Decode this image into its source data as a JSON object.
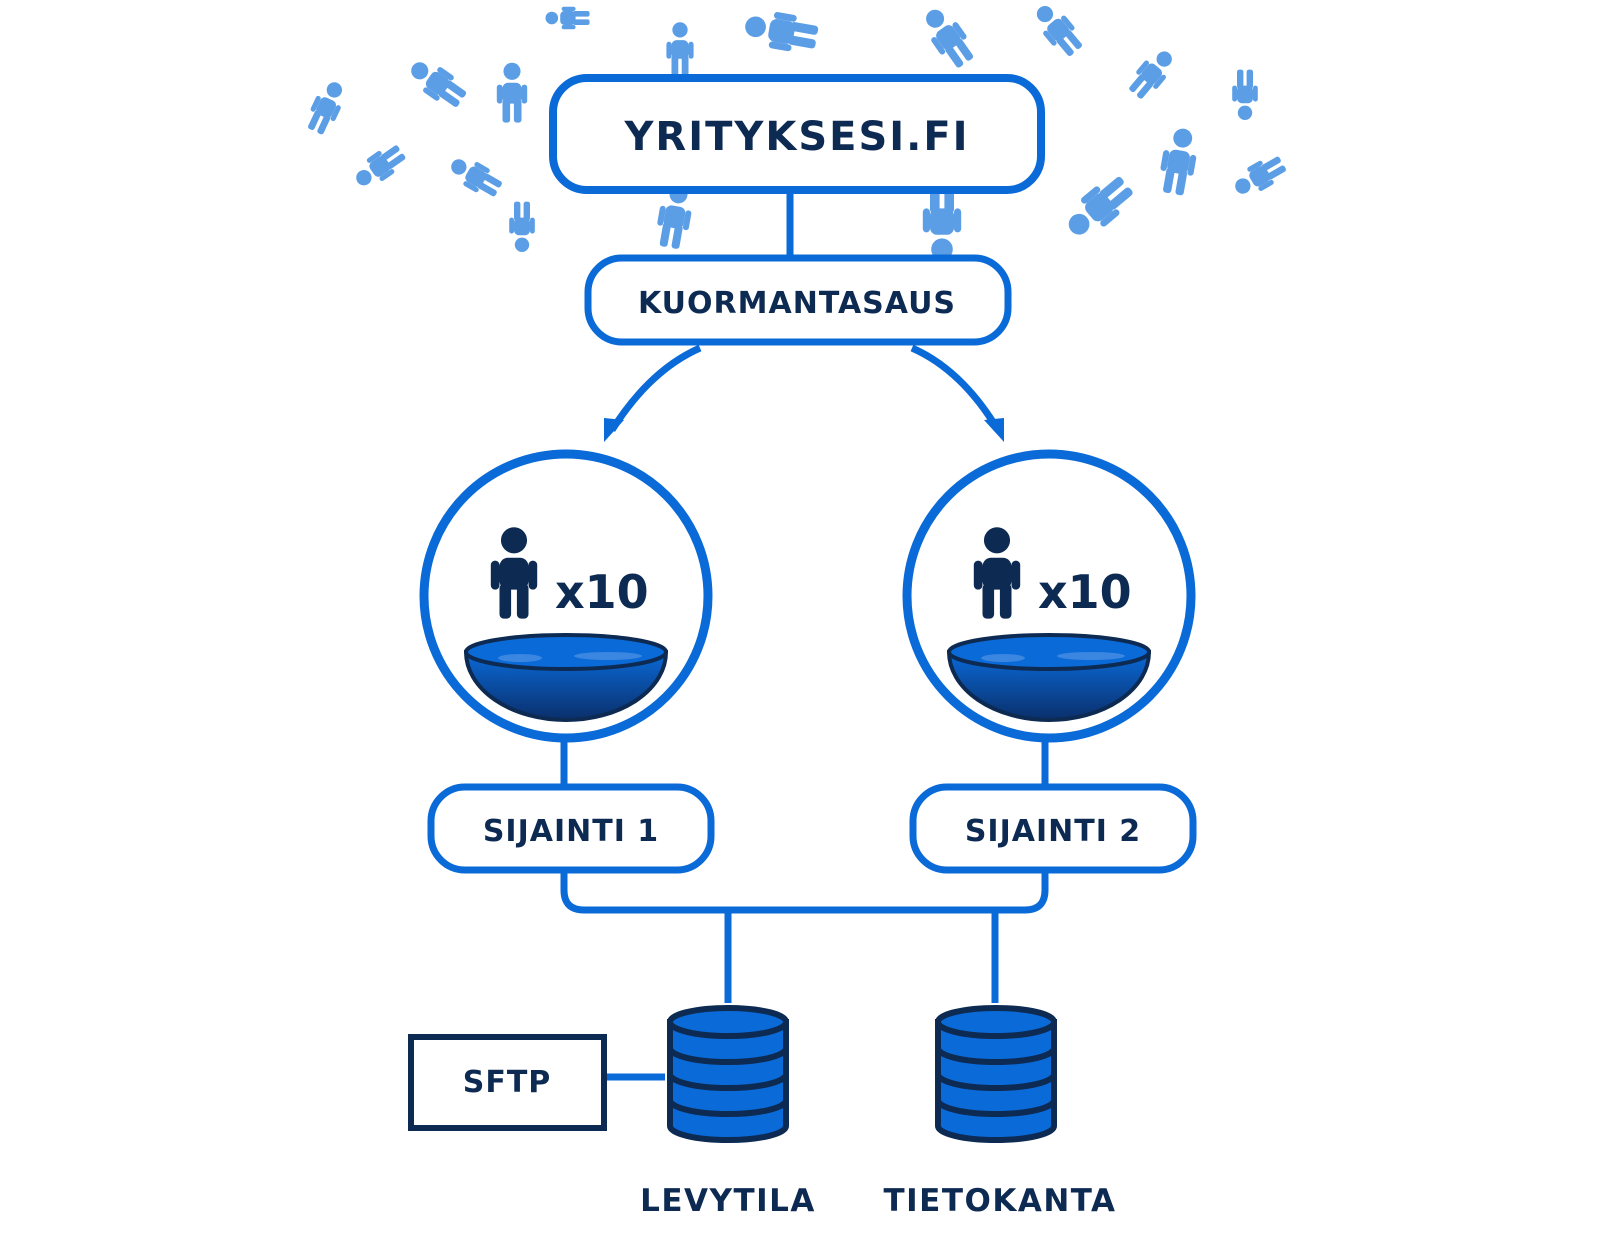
{
  "colors": {
    "primary_blue": "#0a6ad8",
    "light_blue": "#5b9ee6",
    "navy": "#0d2a52",
    "disk_dark": "#0a3d8a"
  },
  "labels": {
    "site": "YRITYKSESI.FI",
    "load_balancer": "KUORMANTASAUS",
    "location_1": "SIJAINTI 1",
    "location_2": "SIJAINTI 2",
    "server_1_count": "x10",
    "server_2_count": "x10",
    "sftp": "SFTP",
    "disk": "LEVYTILA",
    "database": "TIETOKANTA"
  },
  "icons": {
    "visitor": "person-icon",
    "server_user": "person-icon",
    "server_pool": "bowl-icon",
    "storage": "database-cylinder-icon",
    "arrow": "curved-arrow-icon"
  }
}
